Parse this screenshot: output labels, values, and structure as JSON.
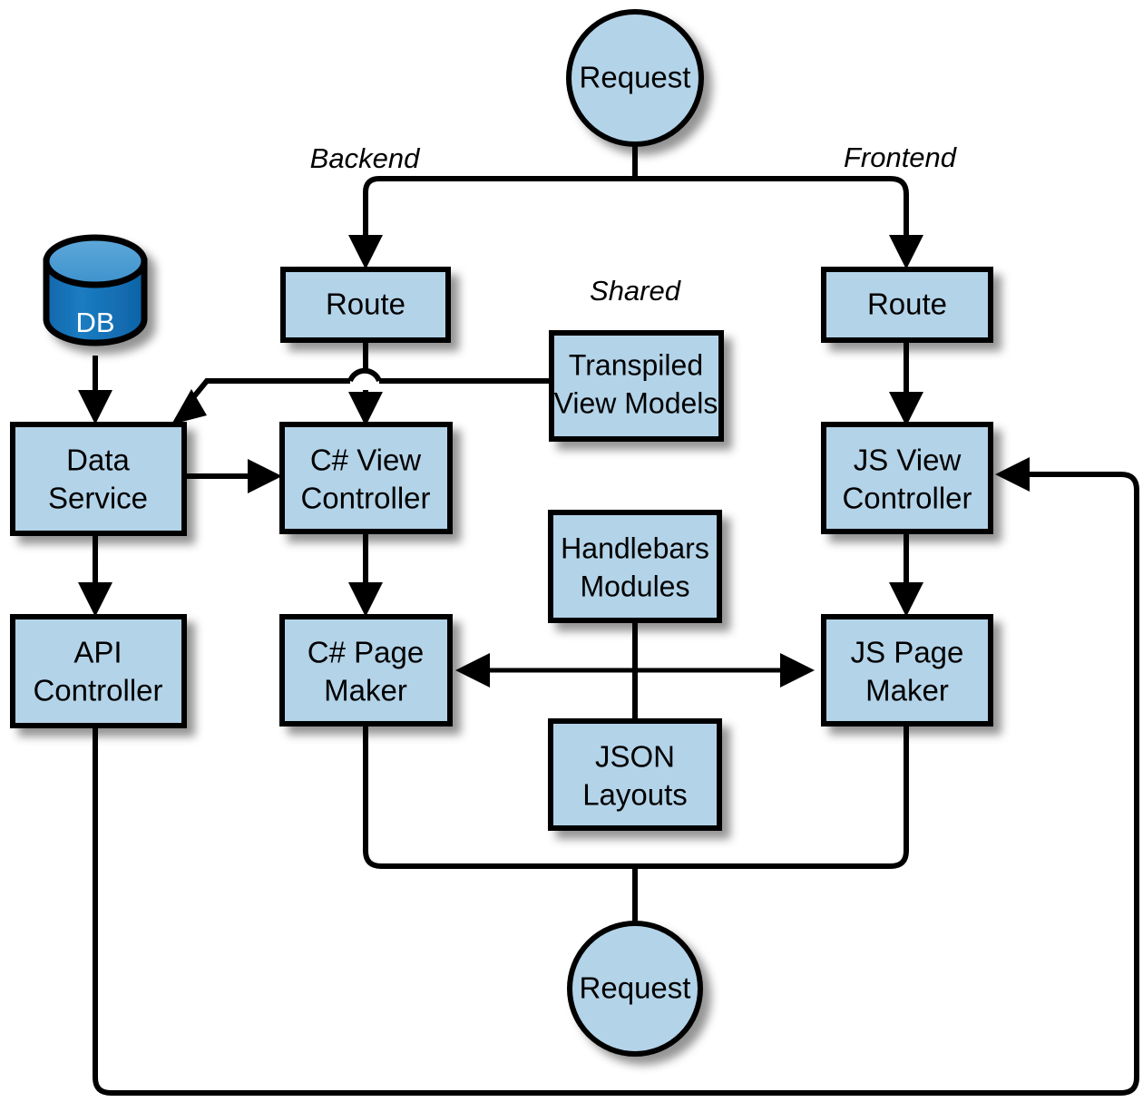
{
  "diagram": {
    "title": "Backend / Frontend request pipeline architecture",
    "colors": {
      "node_fill": "#b3d3e8",
      "db_fill": "#1878bd",
      "db_top_fill": "#4596cf",
      "stroke": "#000000",
      "background": "#ffffff"
    },
    "zone_labels": [
      {
        "id": "backend",
        "text": "Backend"
      },
      {
        "id": "shared",
        "text": "Shared"
      },
      {
        "id": "frontend",
        "text": "Frontend"
      }
    ],
    "nodes": [
      {
        "id": "request-top",
        "shape": "circle",
        "label": "Request"
      },
      {
        "id": "db",
        "shape": "cylinder",
        "label": "DB"
      },
      {
        "id": "route-backend",
        "shape": "box",
        "label": "Route"
      },
      {
        "id": "route-frontend",
        "shape": "box",
        "label": "Route"
      },
      {
        "id": "transpiled-view-models",
        "shape": "box",
        "label_line1": "Transpiled",
        "label_line2": "View Models"
      },
      {
        "id": "data-service",
        "shape": "box",
        "label_line1": "Data",
        "label_line2": "Service"
      },
      {
        "id": "cs-view-controller",
        "shape": "box",
        "label_line1": "C# View",
        "label_line2": "Controller"
      },
      {
        "id": "js-view-controller",
        "shape": "box",
        "label_line1": "JS View",
        "label_line2": "Controller"
      },
      {
        "id": "api-controller",
        "shape": "box",
        "label_line1": "API",
        "label_line2": "Controller"
      },
      {
        "id": "cs-page-maker",
        "shape": "box",
        "label_line1": "C# Page",
        "label_line2": "Maker"
      },
      {
        "id": "js-page-maker",
        "shape": "box",
        "label_line1": "JS Page",
        "label_line2": "Maker"
      },
      {
        "id": "handlebars-modules",
        "shape": "box",
        "label_line1": "Handlebars",
        "label_line2": "Modules"
      },
      {
        "id": "json-layouts",
        "shape": "box",
        "label_line1": "JSON",
        "label_line2": "Layouts"
      },
      {
        "id": "request-bottom",
        "shape": "circle",
        "label": "Request"
      }
    ],
    "edges": [
      {
        "from": "request-top",
        "to": "route-backend",
        "arrow": "single"
      },
      {
        "from": "request-top",
        "to": "route-frontend",
        "arrow": "single"
      },
      {
        "from": "db",
        "to": "data-service",
        "arrow": "single"
      },
      {
        "from": "route-backend",
        "to": "cs-view-controller",
        "arrow": "single"
      },
      {
        "from": "route-frontend",
        "to": "js-view-controller",
        "arrow": "single"
      },
      {
        "from": "transpiled-view-models",
        "to": "data-service",
        "arrow": "single"
      },
      {
        "from": "data-service",
        "to": "cs-view-controller",
        "arrow": "single"
      },
      {
        "from": "data-service",
        "to": "api-controller",
        "arrow": "single"
      },
      {
        "from": "cs-view-controller",
        "to": "cs-page-maker",
        "arrow": "single"
      },
      {
        "from": "js-view-controller",
        "to": "js-page-maker",
        "arrow": "single"
      },
      {
        "from": "handlebars-modules",
        "to": "json-layouts",
        "arrow": "none"
      },
      {
        "from": "cs-page-maker",
        "to": "js-page-maker",
        "arrow": "double"
      },
      {
        "from": "cs-page-maker",
        "to": "request-bottom",
        "arrow": "none"
      },
      {
        "from": "js-page-maker",
        "to": "request-bottom",
        "arrow": "none"
      },
      {
        "from": "api-controller",
        "to": "js-view-controller",
        "arrow": "single"
      }
    ]
  }
}
